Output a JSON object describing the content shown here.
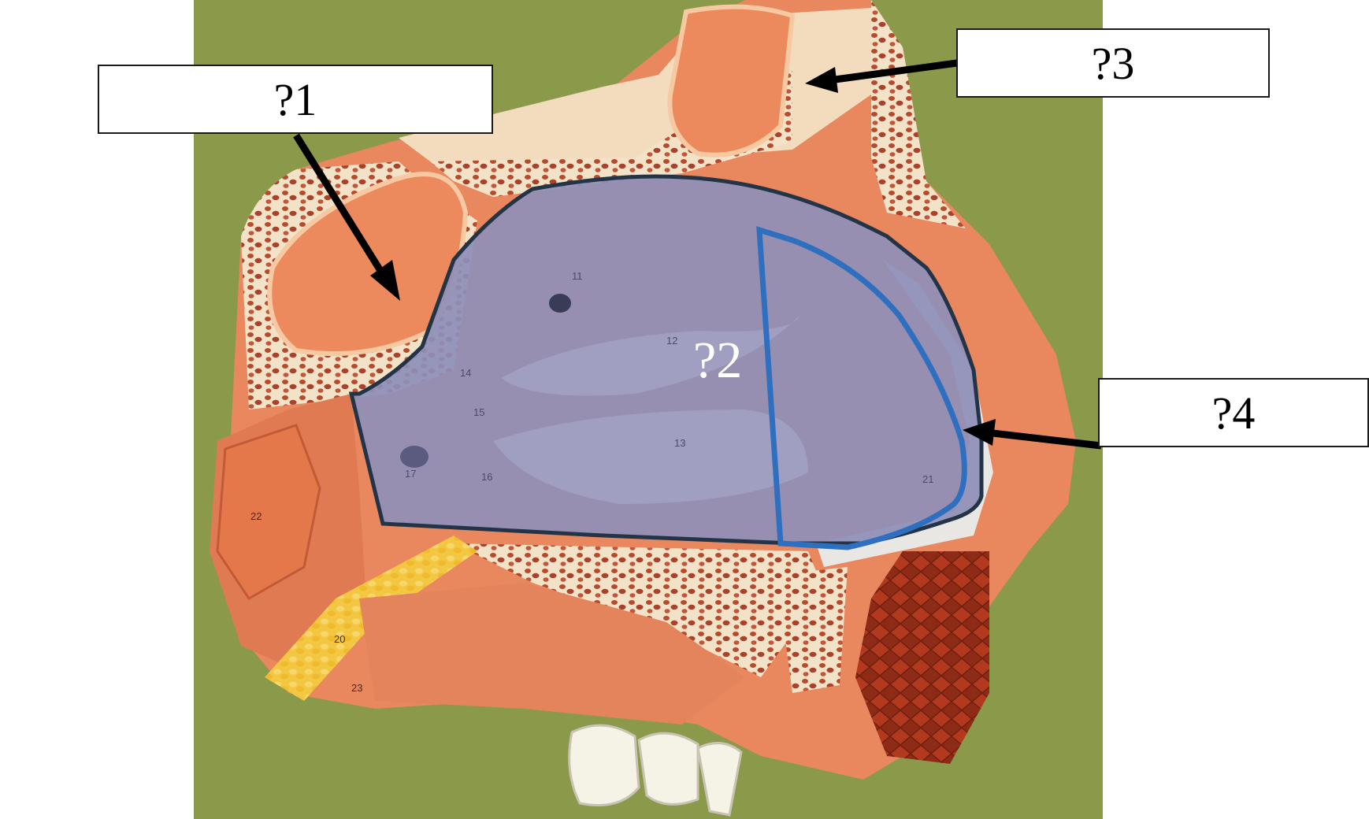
{
  "labels": {
    "q1": "?1",
    "q2": "?2",
    "q3": "?3",
    "q4": "?4"
  },
  "model_numbers": {
    "n11": "11",
    "n12": "12",
    "n13": "13",
    "n14": "14",
    "n15": "15",
    "n16": "16",
    "n17": "17",
    "n20": "20",
    "n21": "21",
    "n22": "22",
    "n23": "23"
  },
  "colors": {
    "background": "#8b9a4a",
    "highlight_fill": "#8e8fb8",
    "highlight_outline": "#243447",
    "vestibule_outline": "#2f6fbf",
    "tissue": "#e9875f",
    "bone": "#f3dcbd"
  }
}
